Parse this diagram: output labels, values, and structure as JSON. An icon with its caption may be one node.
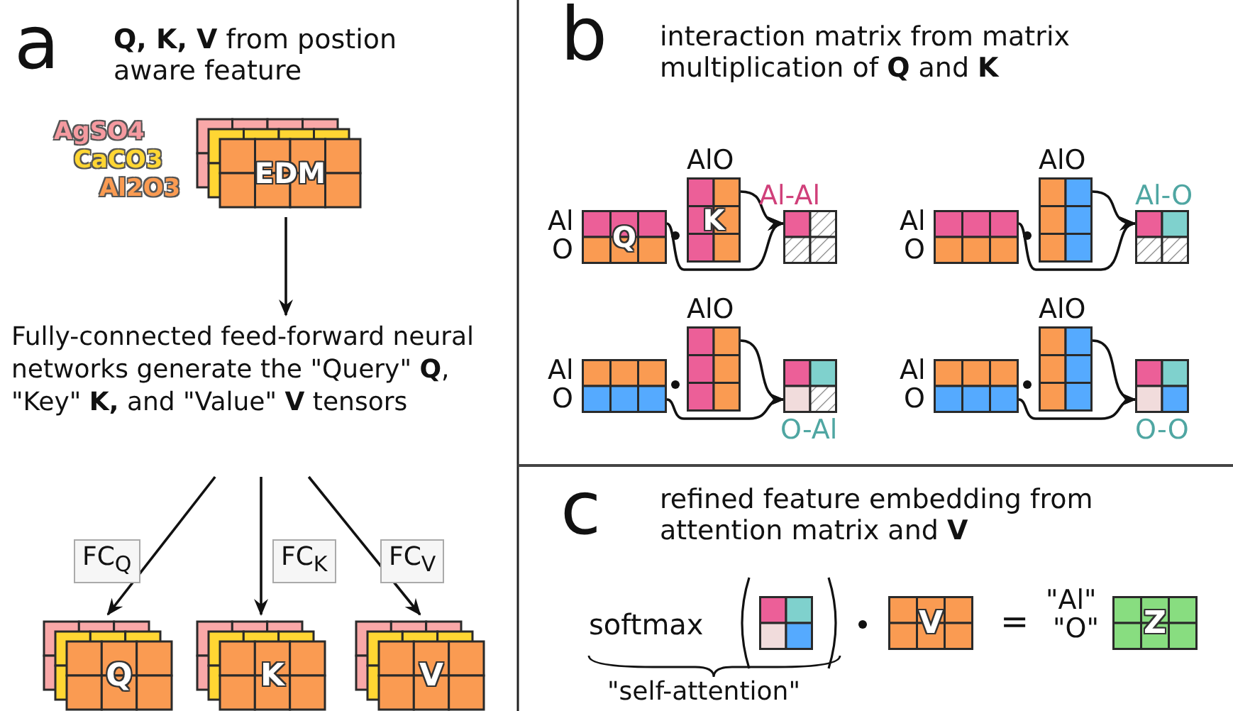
{
  "diagram": {
    "nodes": [
      {
        "text": [
          "EDM"
        ],
        "beside": [
          "AgSO4",
          "CaCO3",
          "Al2O3"
        ]
      },
      {
        "text": [
          "Fully-connected feed-forward neural networks generate the \"Query\" **Q**, \"Key\" **K,** and \"Value\" **V** tensors"
        ]
      },
      {
        "text": [
          "Q"
        ]
      },
      {
        "text": [
          "K"
        ]
      },
      {
        "text": [
          "V"
        ]
      },
      {
        "text": [
          "Q"
        ],
        "beside": [
          "Al",
          "O"
        ]
      },
      {
        "text": [
          "K"
        ],
        "beside": [
          "AlO"
        ]
      },
      {
        "text": [],
        "shape": "box",
        "beside": [
          "Al-Al"
        ]
      },
      {
        "text": [],
        "shape": "box",
        "beside": [
          "Al",
          "O"
        ]
      },
      {
        "text": [],
        "shape": "box",
        "beside": [
          "AlO"
        ]
      },
      {
        "text": [],
        "shape": "box",
        "beside": [
          "Al-O"
        ]
      },
      {
        "text": [],
        "shape": "box",
        "beside": [
          "Al",
          "O"
        ]
      },
      {
        "text": [],
        "shape": "box",
        "beside": [
          "AlO"
        ]
      },
      {
        "text": [],
        "shape": "box",
        "beside": [
          "O-Al"
        ]
      },
      {
        "text": [],
        "shape": "box",
        "beside": [
          "Al",
          "O"
        ]
      },
      {
        "text": [],
        "shape": "box",
        "beside": [
          "AlO"
        ]
      },
      {
        "text": [],
        "shape": "box",
        "beside": [
          "O-O"
        ]
      },
      {
        "text": [],
        "shape": "box"
      },
      {
        "text": [
          "V"
        ]
      },
      {
        "text": [
          "Z"
        ],
        "beside": [
          "\"Al\"",
          "\"O\""
        ]
      }
    ],
    "edges": [
      {
        "from": 0,
        "to": 1,
        "arrow": "to"
      },
      {
        "from": 1,
        "to": 2,
        "arrow": "to",
        "label": "FC$_{Q}$"
      },
      {
        "from": 1,
        "to": 3,
        "arrow": "to",
        "label": "FC$_{K}$"
      },
      {
        "from": 1,
        "to": 4,
        "arrow": "to",
        "label": "FC$_{V}$"
      },
      {
        "from": 5,
        "to": 7,
        "arrow": "to"
      },
      {
        "from": 6,
        "to": 7,
        "arrow": "to"
      },
      {
        "from": 8,
        "to": 10,
        "arrow": "to"
      },
      {
        "from": 9,
        "to": 10,
        "arrow": "to"
      },
      {
        "from": 11,
        "to": 13,
        "arrow": "to"
      },
      {
        "from": 12,
        "to": 13,
        "arrow": "to"
      },
      {
        "from": 14,
        "to": 16,
        "arrow": "to"
      },
      {
        "from": 15,
        "to": 16,
        "arrow": "to"
      }
    ],
    "labels": [
      "a",
      "**Q, K, V** from postion aware feature",
      "b",
      "interaction matrix from matrix multiplication of **Q** and **K**",
      "c",
      "refined feature embedding from attention matrix and **V**",
      "softmax",
      "=",
      "\"self-attention\""
    ]
  }
}
